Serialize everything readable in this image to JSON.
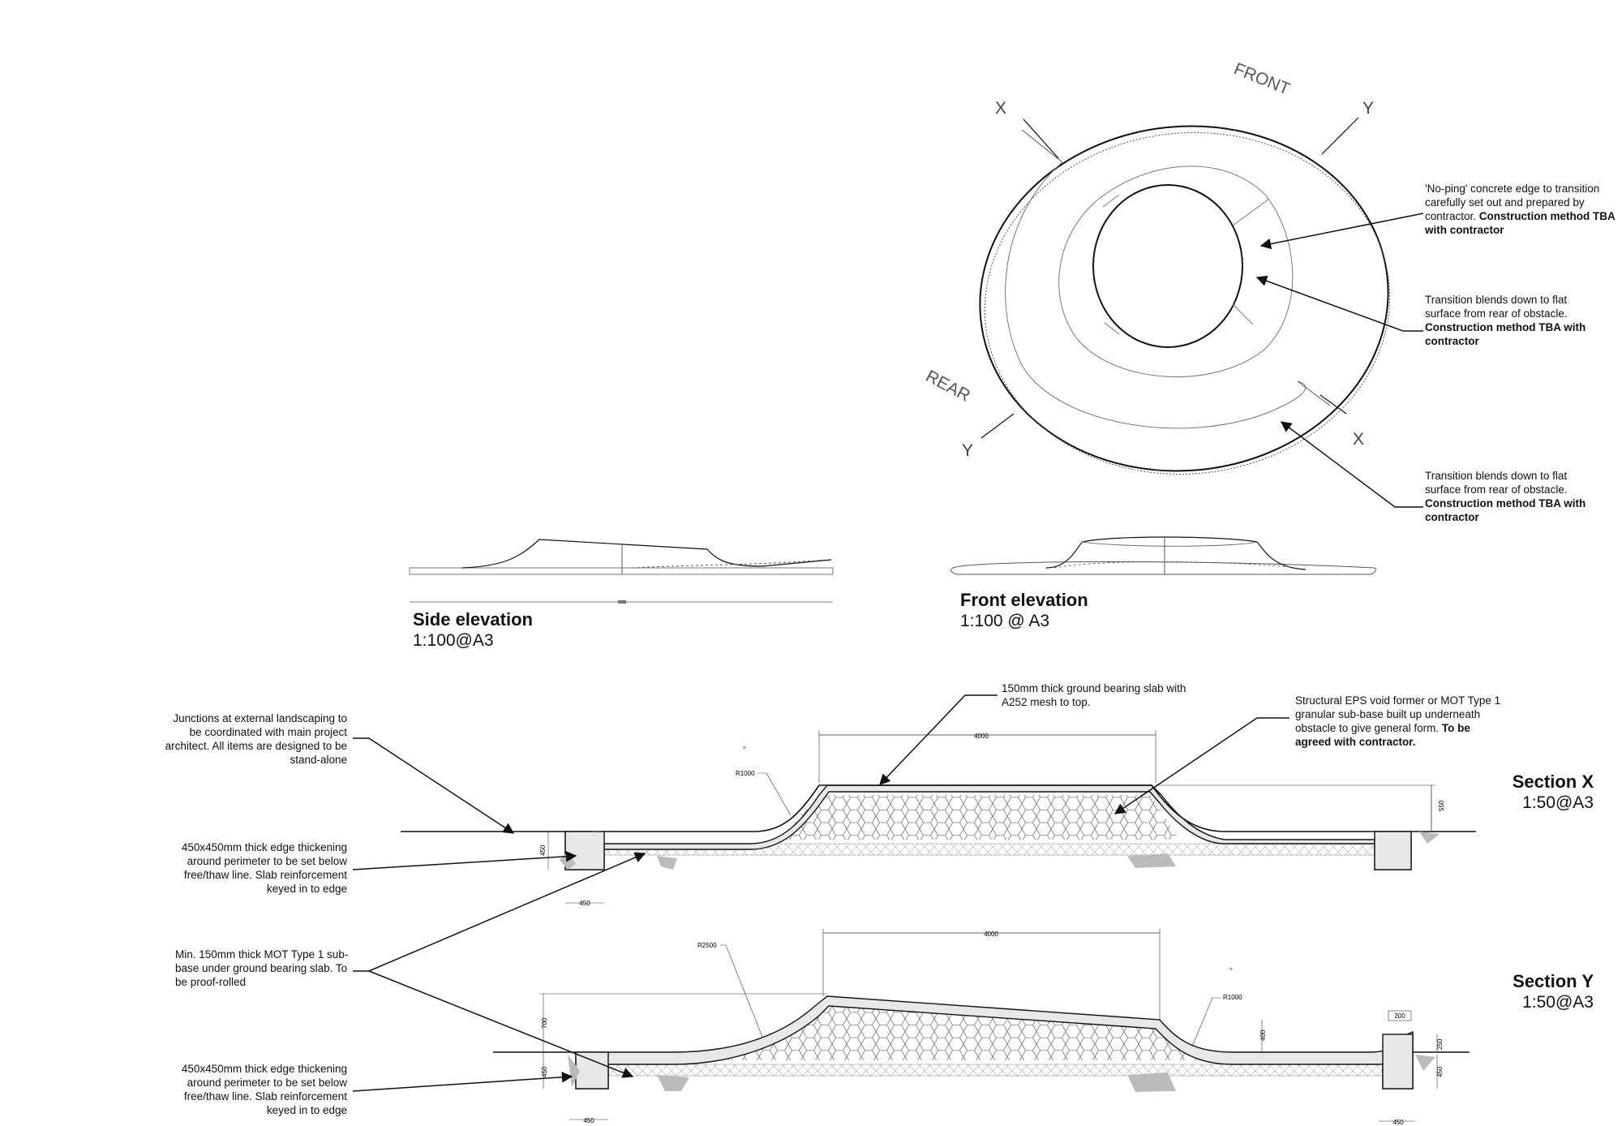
{
  "plan": {
    "front_label": "FRONT",
    "rear_label": "REAR",
    "x_label": "X",
    "y_label": "Y"
  },
  "plan_notes": [
    {
      "text": "'No-ping' concrete edge to transition carefully set out and prepared by contractor. ",
      "bold": "Construction method TBA with contractor"
    },
    {
      "text": "Transition blends down to flat surface from rear of obstacle. ",
      "bold": "Construction method TBA with contractor"
    },
    {
      "text": "Transition blends down to flat surface from rear of obstacle. ",
      "bold": "Construction method TBA with contractor"
    }
  ],
  "side_elevation": {
    "title": "Side elevation",
    "scale": "1:100@A3"
  },
  "front_elevation": {
    "title": "Front elevation",
    "scale": "1:100 @ A3"
  },
  "section_x": {
    "title": "Section X",
    "scale": "1:50@A3",
    "dims": {
      "top_width": "4000",
      "radius": "R1000",
      "height": "550",
      "edge_depth": "450",
      "edge_width": "450"
    }
  },
  "section_y": {
    "title": "Section Y",
    "scale": "1:50@A3",
    "dims": {
      "top_width": "4000",
      "radius_large": "R2500",
      "radius_small": "R1000",
      "height": "700",
      "edge_depth": "450",
      "edge_width": "450",
      "right_step": "400",
      "lip_width": "200",
      "lip_height": "250",
      "right_edge_depth": "450",
      "right_edge_width": "450"
    }
  },
  "section_notes": {
    "slab": "150mm thick ground bearing slab with A252 mesh to top.",
    "eps": {
      "text": "Structural EPS void former or MOT Type 1 granular sub-base built up underneath obstacle to give general form. ",
      "bold": "To be agreed with contractor."
    },
    "junctions": "Junctions at external landscaping to be coordinated with main project architect. All items are designed to be stand-alone",
    "edge1": "450x450mm thick edge thickening around perimeter to be set below free/thaw line. Slab reinforcement keyed in to edge",
    "subbase": "Min. 150mm thick MOT Type 1 sub-base under ground bearing slab. To be proof-rolled",
    "edge2": "450x450mm thick edge thickening around perimeter to be set below free/thaw line. Slab reinforcement keyed in to edge"
  }
}
